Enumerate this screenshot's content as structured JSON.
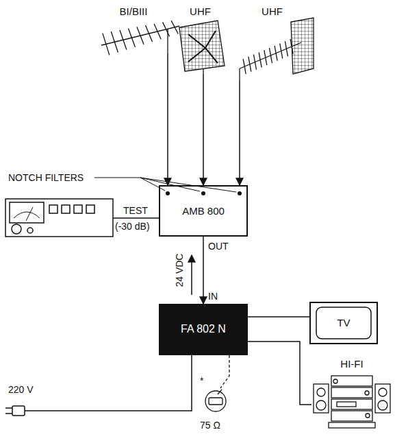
{
  "diagram": {
    "nodes": [
      {
        "text": [
          "BI/BIII"
        ]
      },
      {
        "text": [
          "UHF"
        ]
      },
      {
        "text": [
          "UHF"
        ]
      },
      {
        "text": [
          "AMB 800"
        ]
      },
      {
        "text": [
          "FA 802 N"
        ]
      },
      {
        "text": [
          "TV"
        ]
      },
      {
        "text": [
          "HI-FI"
        ]
      }
    ],
    "edges": [
      {
        "from": 0,
        "to": 3,
        "arrow": "to"
      },
      {
        "from": 1,
        "to": 3,
        "arrow": "to"
      },
      {
        "from": 2,
        "to": 3,
        "arrow": "to"
      },
      {
        "from": 3,
        "to": 4,
        "arrow": "to"
      },
      {
        "from": 4,
        "to": 5,
        "arrow": "none"
      },
      {
        "from": 4,
        "to": 6,
        "arrow": "none"
      }
    ],
    "labels": [
      "NOTCH FILTERS",
      "TEST",
      "(-30 dB)",
      "OUT",
      "24 VDC",
      "IN",
      "220 V",
      "*",
      "75 Ω"
    ]
  }
}
